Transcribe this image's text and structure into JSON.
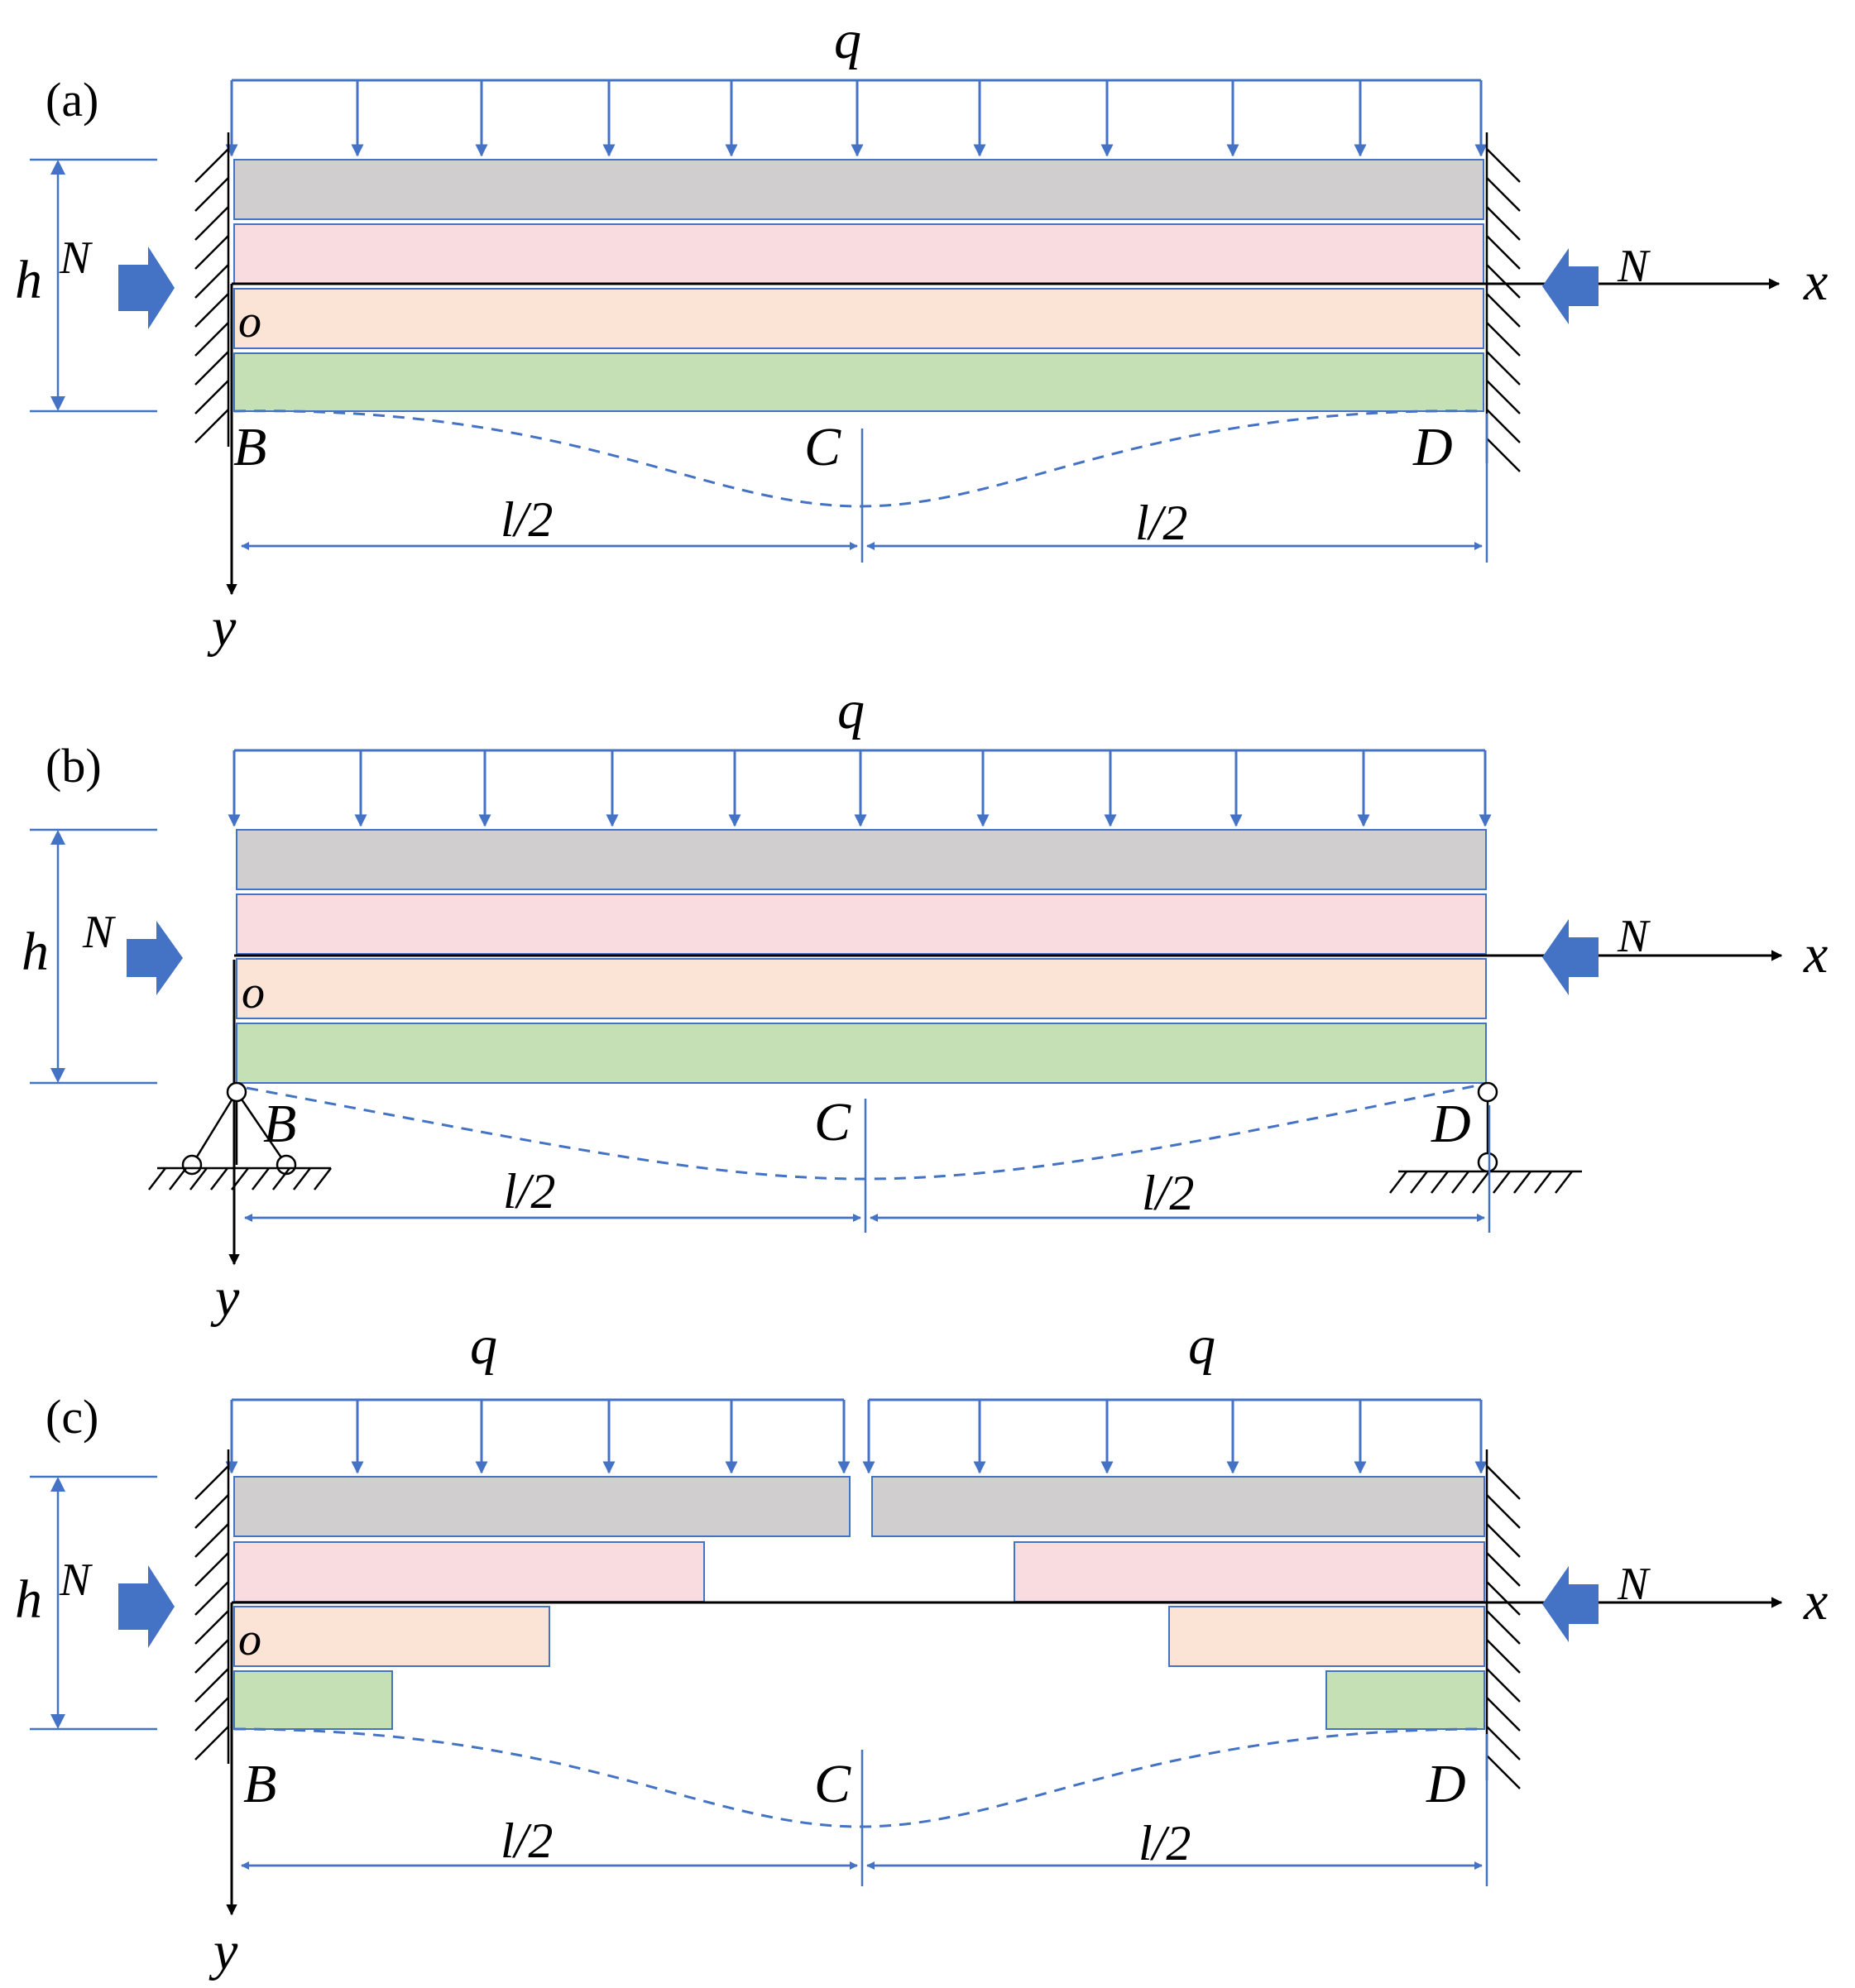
{
  "colors": {
    "accent": "#4472c4",
    "layer_top": "#d0cece",
    "layer_2": "#f8dce0",
    "layer_3": "#fbe4d5",
    "layer_bottom": "#c5e0b4",
    "arrow_fill": "#4472c4",
    "axis": "#000000"
  },
  "panels": [
    {
      "id": "a",
      "label": "(a)",
      "load_labels": [
        "q"
      ],
      "height_label": "h",
      "force_left": "N",
      "force_right": "N",
      "origin": "o",
      "x_axis": "x",
      "y_axis": "y",
      "points": [
        "B",
        "C",
        "D"
      ],
      "half_span_left": "l/2",
      "half_span_right": "l/2",
      "support": "clamped"
    },
    {
      "id": "b",
      "label": "(b)",
      "load_labels": [
        "q"
      ],
      "height_label": "h",
      "force_left": "N",
      "force_right": "N",
      "origin": "o",
      "x_axis": "x",
      "y_axis": "y",
      "points": [
        "B",
        "C",
        "D"
      ],
      "half_span_left": "l/2",
      "half_span_right": "l/2",
      "support": "pinned-roller"
    },
    {
      "id": "c",
      "label": "(c)",
      "load_labels": [
        "q",
        "q"
      ],
      "height_label": "h",
      "force_left": "N",
      "force_right": "N",
      "origin": "o",
      "x_axis": "x",
      "y_axis": "y",
      "points": [
        "B",
        "C",
        "D"
      ],
      "half_span_left": "l/2",
      "half_span_right": "l/2",
      "support": "clamped-cracked"
    }
  ]
}
